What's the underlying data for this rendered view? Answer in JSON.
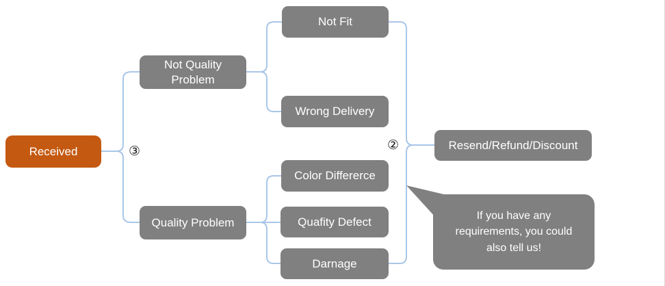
{
  "diagram": {
    "root": {
      "label": "Received"
    },
    "left_marker": "③",
    "right_marker": "②",
    "categories": [
      {
        "label": "Not Quality Problem",
        "children": [
          {
            "label": "Not Fit"
          },
          {
            "label": "Wrong Delivery"
          }
        ]
      },
      {
        "label": "Quality Problem",
        "children": [
          {
            "label": "Color Differerce"
          },
          {
            "label": "Quafity Defect"
          },
          {
            "label": "Darnage"
          }
        ]
      }
    ],
    "outcome": {
      "label": "Resend/Refund/Discount"
    },
    "callout": {
      "text": "If you have any requirements, you could also tell us!"
    }
  },
  "colors": {
    "root_fill": "#C45911",
    "node_fill": "#808080",
    "connector": "#A9C6E8",
    "text": "#FFFFFF",
    "marker": "#1A1A1A"
  }
}
